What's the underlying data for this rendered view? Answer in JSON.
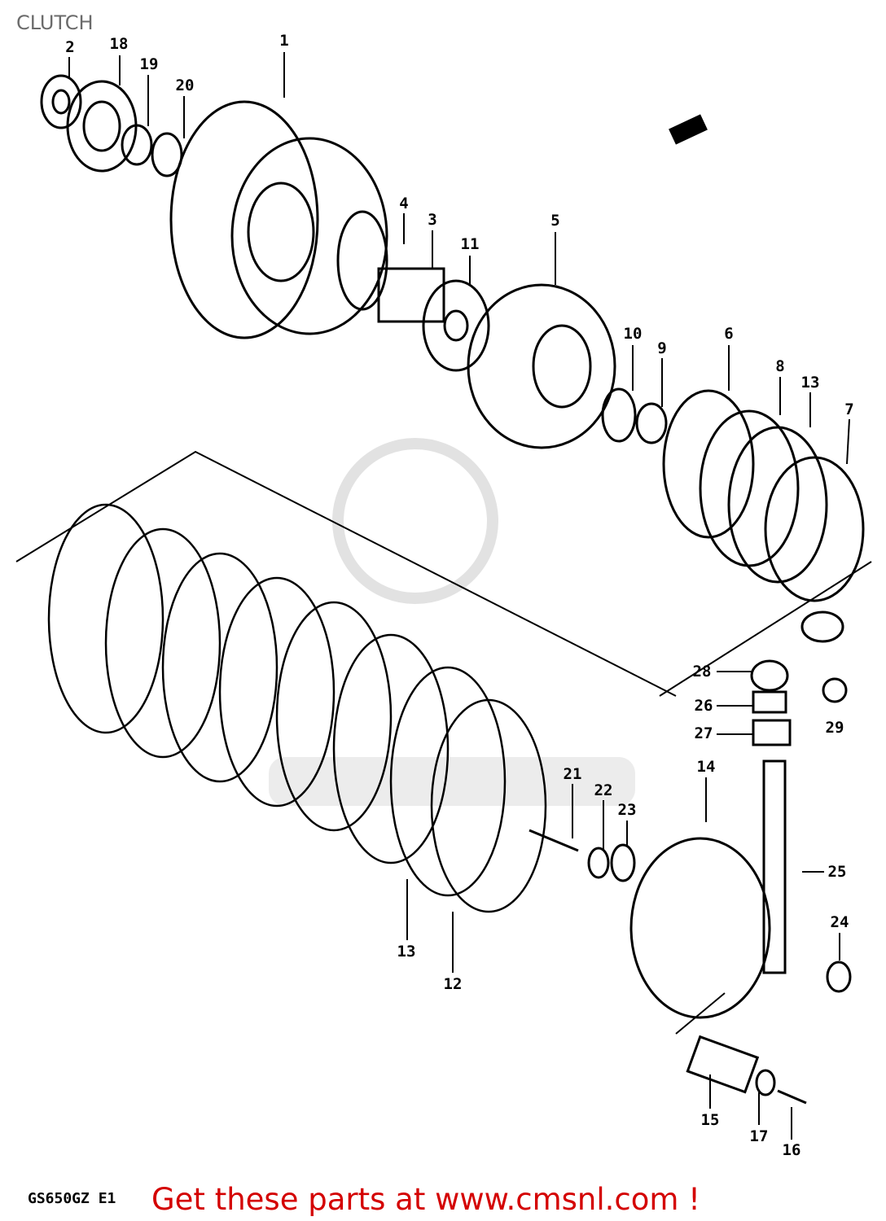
{
  "title": "CLUTCH",
  "model_code": "GS650GZ E1",
  "promo_text": "Get these parts at www.cmsnl.com !",
  "watermark_color": "#e0e0e0",
  "promo_color": "#d40000",
  "part_labels": {
    "p2": "2",
    "p18": "18",
    "p19": "19",
    "p20": "20",
    "p1": "1",
    "p4": "4",
    "p3": "3",
    "p11": "11",
    "p5": "5",
    "p10": "10",
    "p9": "9",
    "p6": "6",
    "p8": "8",
    "p13a": "13",
    "p7": "7",
    "p28": "28",
    "p26": "26",
    "p27": "27",
    "p29": "29",
    "p14": "14",
    "p21": "21",
    "p22": "22",
    "p23": "23",
    "p25": "25",
    "p24": "24",
    "p13b": "13",
    "p12": "12",
    "p15": "15",
    "p17": "17",
    "p16": "16"
  }
}
